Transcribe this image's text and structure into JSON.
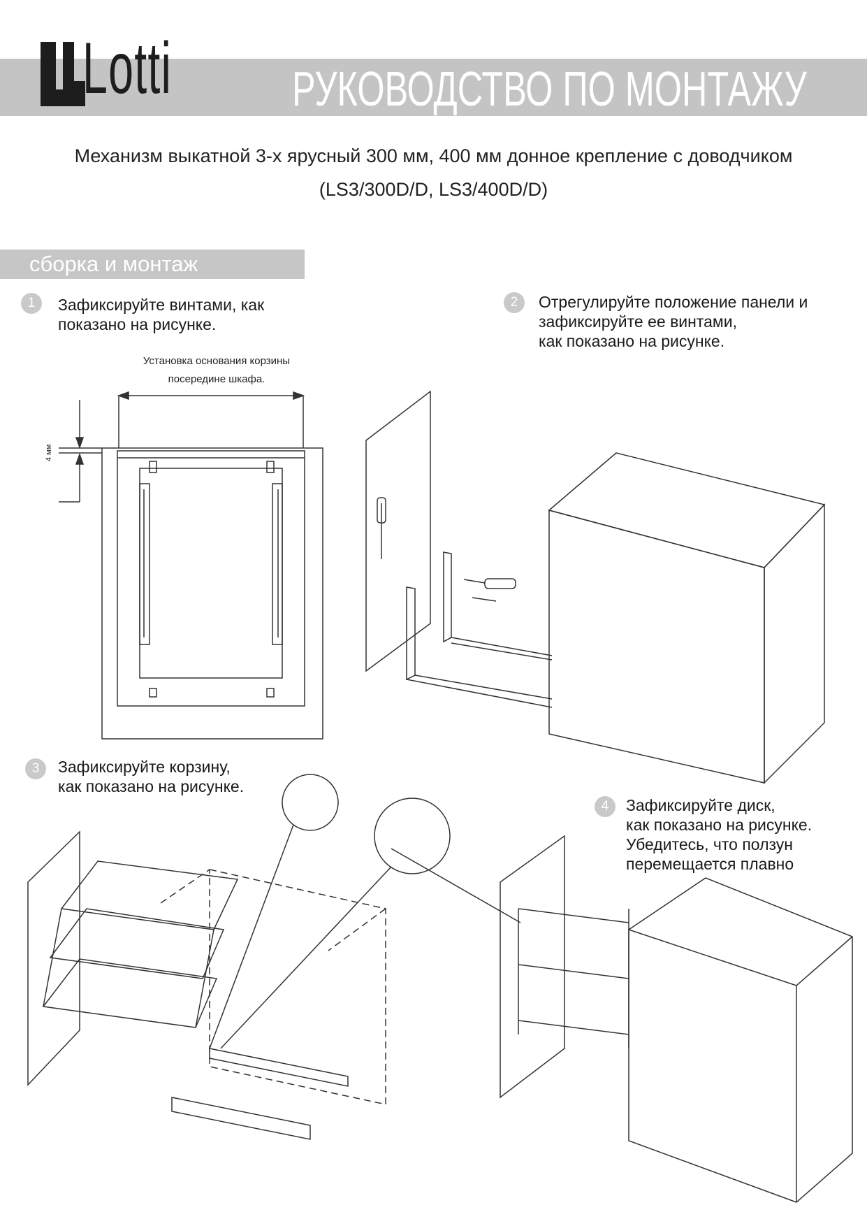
{
  "header": {
    "brand": "Lotti",
    "title": "РУКОВОДСТВО ПО МОНТАЖУ"
  },
  "subtitle": {
    "line1": "Механизм выкатной 3-х ярусный 300 мм, 400 мм донное крепление с доводчиком",
    "line2": "(LS3/300D/D,  LS3/400D/D)"
  },
  "section": {
    "label": "сборка и монтаж"
  },
  "steps": [
    {
      "num": "1",
      "text": "Зафиксируйте винтами, как\nпоказано на рисунке."
    },
    {
      "num": "2",
      "text": "Отрегулируйте положение панели и\nзафиксируйте ее винтами,\nкак показано на рисунке."
    },
    {
      "num": "3",
      "text": "Зафиксируйте корзину,\nкак показано на рисунке."
    },
    {
      "num": "4",
      "text": "Зафиксируйте диск,\nкак показано на рисунке.\nУбедитесь, что ползун\nперемещается плавно"
    }
  ],
  "figure1": {
    "annotation": "Установка основания корзины\nпосередине шкафа.",
    "dimension": "4 мм"
  },
  "colors": {
    "band": "#c4c4c4",
    "step_circle": "#c9c9c9",
    "line": "#333333"
  }
}
